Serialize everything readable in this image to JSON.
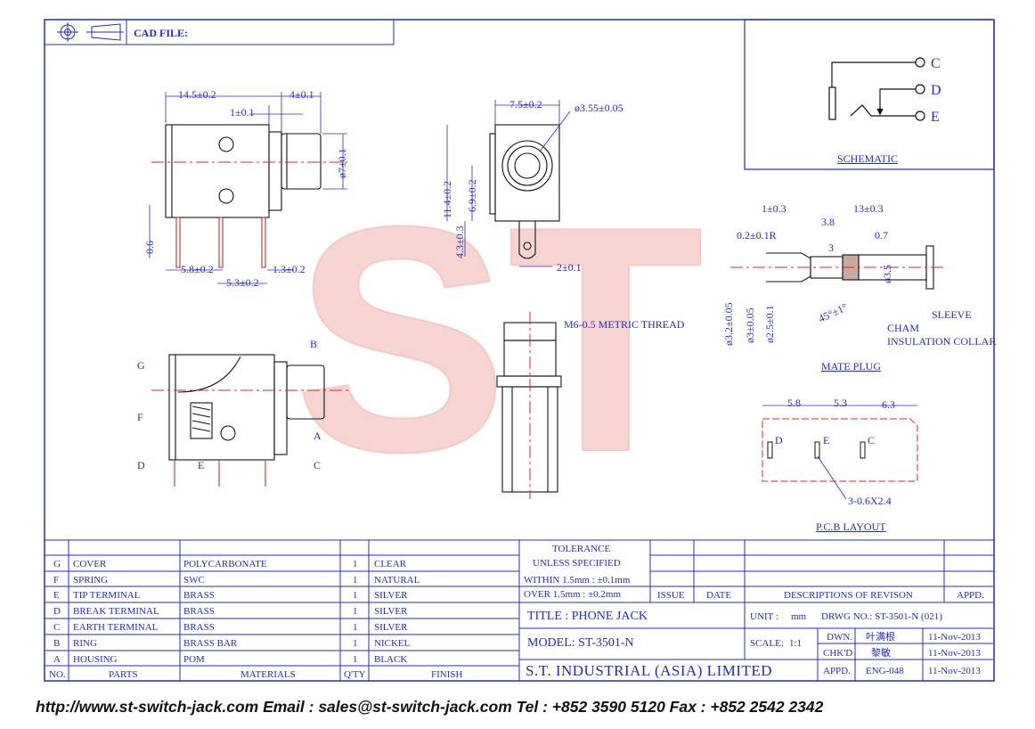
{
  "header": {
    "cad_file_label": "CAD FILE:"
  },
  "watermark": {
    "text": "ST"
  },
  "schematic": {
    "pins": [
      "C",
      "D",
      "E"
    ],
    "title": "SCHEMATIC"
  },
  "front_view": {
    "dims": [
      "14.5±0.2",
      "4±0.1",
      "1±0.1",
      "ø7±0.1",
      "0.6",
      "5.8±0.2",
      "1.3±0.2",
      "5.3±0.2"
    ]
  },
  "side_view": {
    "dims": [
      "7.5±0.2",
      "ø3.55±0.05",
      "11.4±0.2",
      "6.9±0.2",
      "4.3±0.3",
      "2±0.1"
    ]
  },
  "mate_plug": {
    "title": "MATE PLUG",
    "dims": [
      "1±0.3",
      "13±0.3",
      "3.8",
      "0.2±0.1R",
      "3",
      "0.7",
      "ø3.5",
      "ø3.2±0.05",
      "ø3±0.05",
      "ø2.5±0.1",
      "45°±1°"
    ],
    "labels": [
      "SLEEVE",
      "CHAM",
      "INSULATION COLLAR"
    ]
  },
  "thread_label": "M6-0.5 METRIC THREAD",
  "section_view": {
    "labels": [
      "G",
      "B",
      "F",
      "A",
      "D",
      "E",
      "C"
    ]
  },
  "pcb_layout": {
    "title": "P.C.B LAYOUT",
    "dims": [
      "5.8",
      "5.3",
      "6.3"
    ],
    "pads": [
      "D",
      "E",
      "C"
    ],
    "hole_note": "3-0.6X2.4"
  },
  "bom": {
    "headers": [
      "NO.",
      "PARTS",
      "MATERIALS",
      "Q'TY",
      "FINISH"
    ],
    "rows": [
      {
        "no": "G",
        "part": "COVER",
        "material": "POLYCARBONATE",
        "qty": "1",
        "finish": "CLEAR"
      },
      {
        "no": "F",
        "part": "SPRING",
        "material": "SWC",
        "qty": "1",
        "finish": "NATURAL"
      },
      {
        "no": "E",
        "part": "TIP TERMINAL",
        "material": "BRASS",
        "qty": "1",
        "finish": "SILVER"
      },
      {
        "no": "D",
        "part": "BREAK TERMINAL",
        "material": "BRASS",
        "qty": "1",
        "finish": "SILVER"
      },
      {
        "no": "C",
        "part": "EARTH TERMINAL",
        "material": "BRASS",
        "qty": "1",
        "finish": "SILVER"
      },
      {
        "no": "B",
        "part": "RING",
        "material": "BRASS BAR",
        "qty": "1",
        "finish": "NICKEL"
      },
      {
        "no": "A",
        "part": "HOUSING",
        "material": "POM",
        "qty": "1",
        "finish": "BLACK"
      }
    ]
  },
  "tolerance": {
    "line1": "TOLERANCE",
    "line2": "UNLESS   SPECIFIED",
    "line3": "WITHIN  1.5mm : ±0.1mm",
    "line4": "OVER    1.5mm : ±0.2mm"
  },
  "revision": {
    "issue": "ISSUE",
    "date": "DATE",
    "desc": "DESCRIPTIONS OF REVISON",
    "appd": "APPD."
  },
  "title_block": {
    "title": "TITLE : PHONE JACK",
    "unit_label": "UNIT :",
    "unit": "mm",
    "drwg": "DRWG NO.: ST-3501-N (021)",
    "model": "MODEL: ST-3501-N",
    "scale_label": "SCALE:",
    "scale": "1:1",
    "company": "S.T.  INDUSTRIAL  (ASIA)  LIMITED",
    "dwn_label": "DWN.",
    "dwn_name": "叶满根",
    "dwn_date": "11-Nov-2013",
    "chk_label": "CHK'D",
    "chk_name": "黎敏",
    "chk_date": "11-Nov-2013",
    "appd_label": "APPD.",
    "appd_name": "ENG-048",
    "appd_date": "11-Nov-2013"
  },
  "footer": {
    "text": "http://www.st-switch-jack.com  Email : sales@st-switch-jack.com  Tel : +852 3590 5120  Fax : +852 2542 2342"
  },
  "colors": {
    "line": "#1f2bd0",
    "magenta": "#d51ed0",
    "red": "#e02020",
    "watermark": "#f2b8b0"
  }
}
